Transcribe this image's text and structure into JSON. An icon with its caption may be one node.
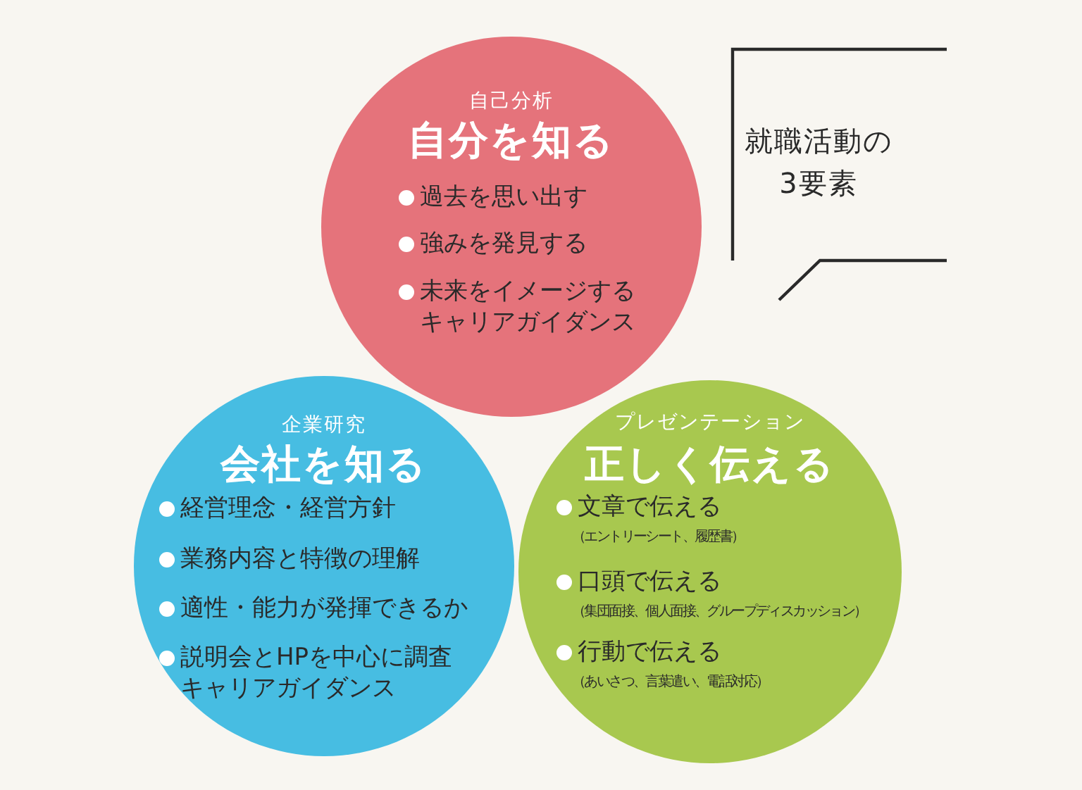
{
  "diagram": {
    "nodes": [
      {
        "text": [
          "自己分析",
          "自分を知る",
          "過去を思い出す",
          "強みを発見する",
          "未来をイメージするキャリアガイダンス"
        ]
      },
      {
        "text": [
          "就職活動の3要素"
        ]
      },
      {
        "text": [
          "企業研究",
          "会社を知る",
          "経営理念・経営方針",
          "業務内容と特徴の理解",
          "適性・能力が発揮できるか",
          "説明会とHPを中心に調査キャリアガイダンス"
        ]
      },
      {
        "text": [
          "プレゼンテーション",
          "正しく伝える",
          "文章で伝える",
          "（エントリーシート、履歴書）",
          "口頭で伝える",
          "（集団面接、個人面接、グループディスカッション）",
          "行動で伝える",
          "（あいさつ、言葉遣い、電話対応）"
        ]
      }
    ]
  }
}
